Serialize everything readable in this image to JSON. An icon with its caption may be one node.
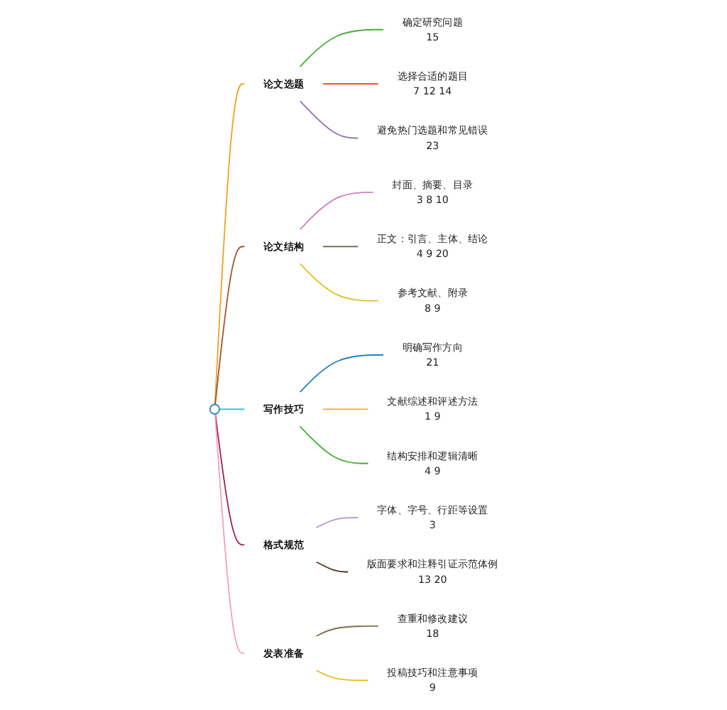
{
  "diagram": {
    "nodes": [
      {
        "text": [],
        "shape": "circle"
      },
      {
        "text": [
          "论文选题"
        ]
      },
      {
        "text": [
          "确定研究问题",
          "15"
        ]
      },
      {
        "text": [
          "选择合适的题目",
          "7",
          "12",
          "14"
        ]
      },
      {
        "text": [
          "避免热门选题和常见错误",
          "23"
        ]
      },
      {
        "text": [
          "论文结构"
        ]
      },
      {
        "text": [
          "封面、摘要、目录",
          "3",
          "8",
          "10"
        ]
      },
      {
        "text": [
          "正文：引言、主体、结论",
          "4",
          "9",
          "20"
        ]
      },
      {
        "text": [
          "参考文献、附录",
          "8",
          "9"
        ]
      },
      {
        "text": [
          "写作技巧"
        ]
      },
      {
        "text": [
          "明确写作方向",
          "21"
        ]
      },
      {
        "text": [
          "文献综述和评述方法",
          "1",
          "9"
        ]
      },
      {
        "text": [
          "结构安排和逻辑清晰",
          "4",
          "9"
        ]
      },
      {
        "text": [
          "格式规范"
        ]
      },
      {
        "text": [
          "字体、字号、行距等设置",
          "3"
        ]
      },
      {
        "text": [
          "版面要求和注释引证示范体例",
          "13",
          "20"
        ]
      },
      {
        "text": [
          "发表准备"
        ]
      },
      {
        "text": [
          "查重和修改建议",
          "18"
        ]
      },
      {
        "text": [
          "投稿技巧和注意事项",
          "9"
        ]
      }
    ],
    "edges": [
      {
        "from": 0,
        "to": 1,
        "arrow": "none",
        "color": "#f0a020"
      },
      {
        "from": 1,
        "to": 2,
        "arrow": "none",
        "color": "#40b030"
      },
      {
        "from": 1,
        "to": 3,
        "arrow": "none",
        "color": "#e04020"
      },
      {
        "from": 1,
        "to": 4,
        "arrow": "none",
        "color": "#9070c0"
      },
      {
        "from": 0,
        "to": 5,
        "arrow": "none",
        "color": "#a0522d"
      },
      {
        "from": 5,
        "to": 6,
        "arrow": "none",
        "color": "#d080c0"
      },
      {
        "from": 5,
        "to": 7,
        "arrow": "none",
        "color": "#707060"
      },
      {
        "from": 5,
        "to": 8,
        "arrow": "none",
        "color": "#e0c020"
      },
      {
        "from": 0,
        "to": 9,
        "arrow": "none",
        "color": "#20c0d0"
      },
      {
        "from": 9,
        "to": 10,
        "arrow": "none",
        "color": "#2080c0"
      },
      {
        "from": 9,
        "to": 11,
        "arrow": "none",
        "color": "#f0b020"
      },
      {
        "from": 9,
        "to": 12,
        "arrow": "none",
        "color": "#40b030"
      },
      {
        "from": 0,
        "to": 13,
        "arrow": "none",
        "color": "#a02040"
      },
      {
        "from": 13,
        "to": 14,
        "arrow": "none",
        "color": "#b090d0"
      },
      {
        "from": 13,
        "to": 15,
        "arrow": "none",
        "color": "#603020"
      },
      {
        "from": 0,
        "to": 16,
        "arrow": "none",
        "color": "#f0a0c0"
      },
      {
        "from": 16,
        "to": 17,
        "arrow": "none",
        "color": "#807040"
      },
      {
        "from": 16,
        "to": 18,
        "arrow": "none",
        "color": "#e0c020"
      }
    ]
  }
}
